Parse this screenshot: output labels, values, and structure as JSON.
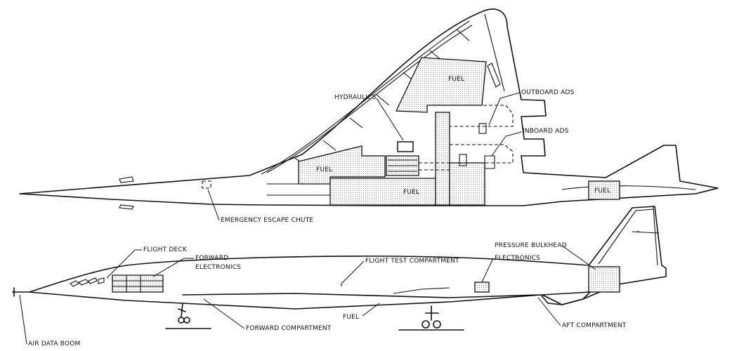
{
  "top_view": {
    "fuel_tail": "FUEL",
    "fuel_mid_left": "FUEL",
    "fuel_mid_right": "FUEL",
    "fuel_aft": "FUEL"
  },
  "callouts": {
    "hydraulics": "HYDRAULICS",
    "outboard_ads": "OUTBOARD ADS",
    "inboard_ads": "INBOARD ADS",
    "emergency_escape_chute": "EMERGENCY ESCAPE CHUTE",
    "flight_deck": "FLIGHT DECK",
    "forward_electronics_1": "FORWARD",
    "forward_electronics_2": "ELECTRONICS",
    "flight_test_compartment": "FLIGHT TEST COMPARTMENT",
    "electronics": "ELECTRONICS",
    "pressure_bulkhead": "PRESSURE BULKHEAD",
    "forward_compartment": "FORWARD COMPARTMENT",
    "fuel_bottom": "FUEL",
    "aft_compartment": "AFT COMPARTMENT",
    "air_data_boom": "AIR DATA BOOM"
  }
}
